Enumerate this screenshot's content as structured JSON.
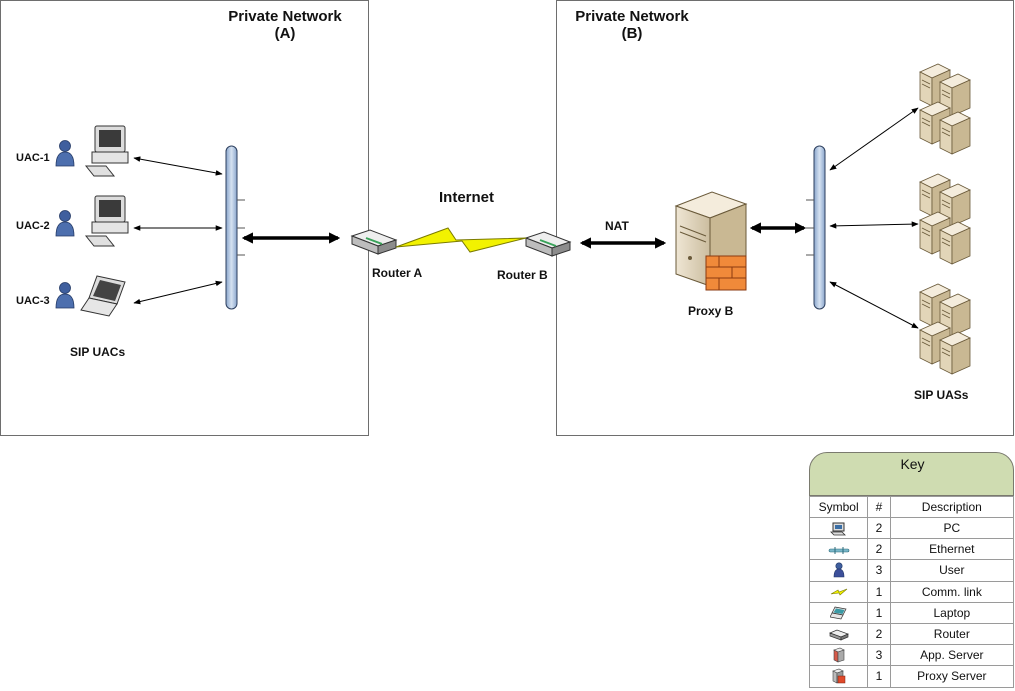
{
  "networks": {
    "a": {
      "title": "Private Network",
      "sub": "(A)"
    },
    "b": {
      "title": "Private Network",
      "sub": "(B)"
    }
  },
  "internet_label": "Internet",
  "nat_label": "NAT",
  "routers": {
    "a": "Router A",
    "b": "Router B"
  },
  "proxy_label": "Proxy B",
  "uacs": [
    "UAC-1",
    "UAC-2",
    "UAC-3"
  ],
  "uac_group_label": "SIP UACs",
  "uas_group_label": "SIP UASs",
  "key": {
    "title": "Key",
    "headers": [
      "Symbol",
      "#",
      "Description"
    ],
    "rows": [
      {
        "icon": "pc-icon",
        "count": "2",
        "description": "PC"
      },
      {
        "icon": "ethernet-icon",
        "count": "2",
        "description": "Ethernet"
      },
      {
        "icon": "user-icon",
        "count": "3",
        "description": "User"
      },
      {
        "icon": "comm-link-icon",
        "count": "1",
        "description": "Comm. link"
      },
      {
        "icon": "laptop-icon",
        "count": "1",
        "description": "Laptop"
      },
      {
        "icon": "router-icon",
        "count": "2",
        "description": "Router"
      },
      {
        "icon": "app-server-icon",
        "count": "3",
        "description": "App. Server"
      },
      {
        "icon": "proxy-server-icon",
        "count": "1",
        "description": "Proxy Server"
      }
    ]
  },
  "colors": {
    "bus": "#b6c9e2",
    "lightning": "#f2f200",
    "key_header": "#cfdcb1",
    "user": "#3f5f9e"
  }
}
